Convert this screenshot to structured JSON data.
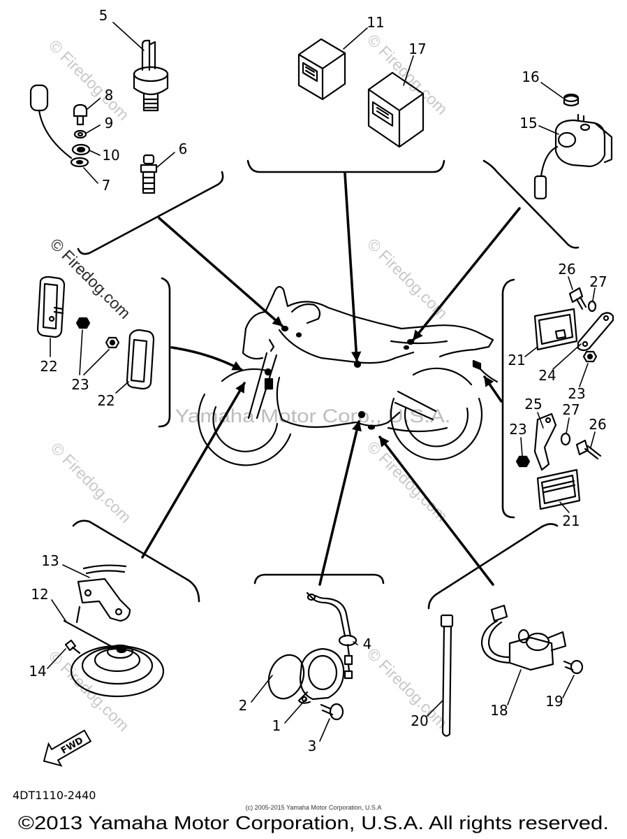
{
  "diagram_code": "4DT1110-2440",
  "callouts": {
    "top_left": [
      "5",
      "8",
      "9",
      "10",
      "7",
      "6"
    ],
    "top_center": [
      "11",
      "17"
    ],
    "top_right": [
      "16",
      "15"
    ],
    "left": [
      "22",
      "23",
      "22"
    ],
    "right": [
      "26",
      "27",
      "21",
      "24",
      "23",
      "25",
      "27",
      "26",
      "23",
      "21"
    ],
    "bottom_left": [
      "13",
      "12",
      "14"
    ],
    "bottom_center": [
      "4",
      "2",
      "1",
      "3"
    ],
    "bottom_right": [
      "20",
      "18",
      "19"
    ]
  },
  "fwd_label": "FWD",
  "watermarks": {
    "firedog": "© Firedog.com",
    "yamaha": "Yamaha Motor Corp., U.S.A."
  },
  "fine_print": "(c) 2005-2015 Yamaha Motor Corporation, U.S.A",
  "copyright": "©2013 Yamaha Motor Corporation, U.S.A. All rights reserved.",
  "colors": {
    "line_art": "#000000",
    "watermark": "#c8c8c8",
    "background": "#ffffff"
  }
}
